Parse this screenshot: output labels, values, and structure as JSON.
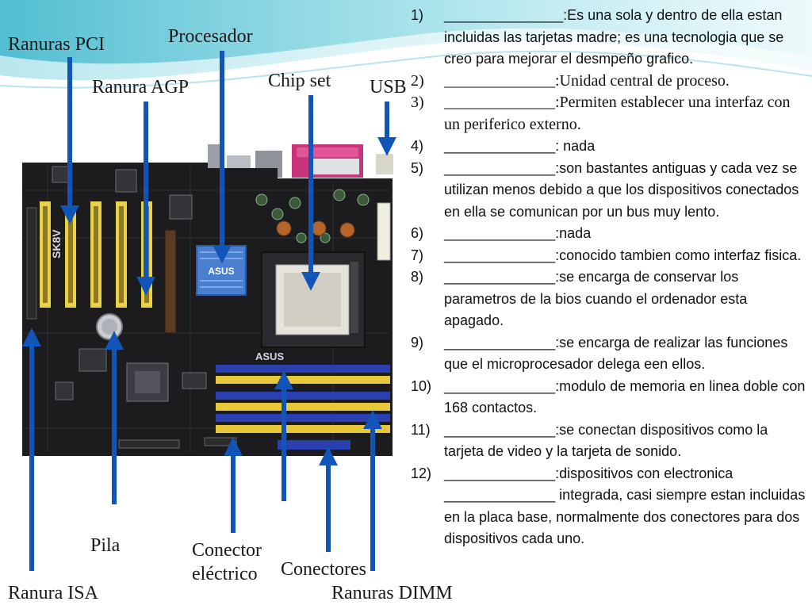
{
  "labels": {
    "ranuras_pci": "Ranuras PCI",
    "procesador": "Procesador",
    "ranura_agp": "Ranura AGP",
    "chip_set": "Chip set",
    "usb": "USB",
    "pila": "Pila",
    "conector_electrico_1": "Conector",
    "conector_electrico_2": "eléctrico",
    "conectores": "Conectores",
    "ranura_isa": "Ranura ISA",
    "ranuras_dimm": "Ranuras DIMM"
  },
  "board_marks": {
    "vendor": "ASUS",
    "model": "SK8V"
  },
  "questions": [
    {
      "num": "1)",
      "blank": "_______________",
      "text": ":Es una sola y dentro de ella estan incluidas las tarjetas madre; es una tecnologia que se creo para mejorar el desmpeño grafico."
    },
    {
      "num": "2)",
      "blank": "______________",
      "text": ":Unidad central de proceso."
    },
    {
      "num": "3)",
      "blank": "______________",
      "text": ":Permiten establecer una interfaz con un periferico externo."
    },
    {
      "num": "4)",
      "blank": "______________",
      "text": ": nada"
    },
    {
      "num": "5)",
      "blank": "______________",
      "text": ":son bastantes antiguas y cada vez se utilizan menos debido a que los dispositivos conectados en ella se comunican por un bus muy lento."
    },
    {
      "num": "6)",
      "blank": "______________",
      "text": ":nada"
    },
    {
      "num": "7)",
      "blank": "______________",
      "text": ":conocido tambien como interfaz fisica."
    },
    {
      "num": "8)",
      "blank": "______________",
      "text": ":se encarga de conservar los parametros de la bios cuando el ordenador esta apagado."
    },
    {
      "num": "9)",
      "blank": "______________",
      "text": ":se encarga de realizar las funciones que el microprocesador delega een ellos."
    },
    {
      "num": "10)",
      "blank": "______________",
      "text": ":modulo de memoria en linea doble con 168 contactos."
    },
    {
      "num": "11)",
      "blank": "______________",
      "text": ":se conectan dispositivos como la tarjeta de video y la tarjeta de sonido."
    },
    {
      "num": "12)",
      "blank": "______________",
      "text": ":dispositivos con electronica ______________ integrada, casi siempre estan incluidas en la placa base, normalmente dos conectores para dos dispositivos cada uno."
    }
  ],
  "colors": {
    "arrow": "#1255b8",
    "board": "#1c1c1f",
    "pci_slot": "#e8d24a",
    "dimm_blue": "#2a3fb0",
    "dimm_yellow": "#e6c83a",
    "wave": "#5ec4d6"
  }
}
